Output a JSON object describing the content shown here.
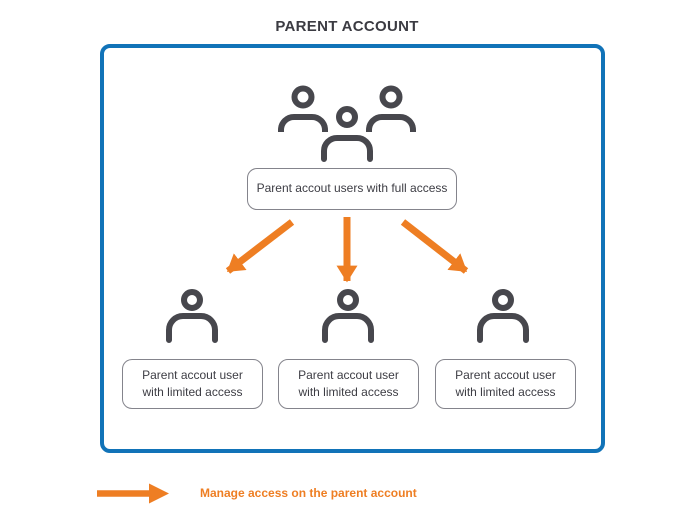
{
  "title": "PARENT ACCOUNT",
  "diagram": {
    "full_access_label": "Parent accout users with full access",
    "limited_users": [
      {
        "label": "Parent accout user with limited access"
      },
      {
        "label": "Parent accout user with limited access"
      },
      {
        "label": "Parent accout user with limited access"
      }
    ]
  },
  "legend": {
    "label": "Manage access on the parent account"
  },
  "icons": {
    "top_group": "users-group-icon",
    "children": "user-icon",
    "flow": "orange-down-arrow-icon",
    "legend": "orange-right-arrow-icon"
  },
  "colors": {
    "frame_blue": "#1173b8",
    "arrow_orange": "#ee7e23",
    "icon_gray": "#47474d",
    "box_border_gray": "#84848c",
    "title_text": "#3b3b42",
    "box_text": "#3d3d44"
  }
}
